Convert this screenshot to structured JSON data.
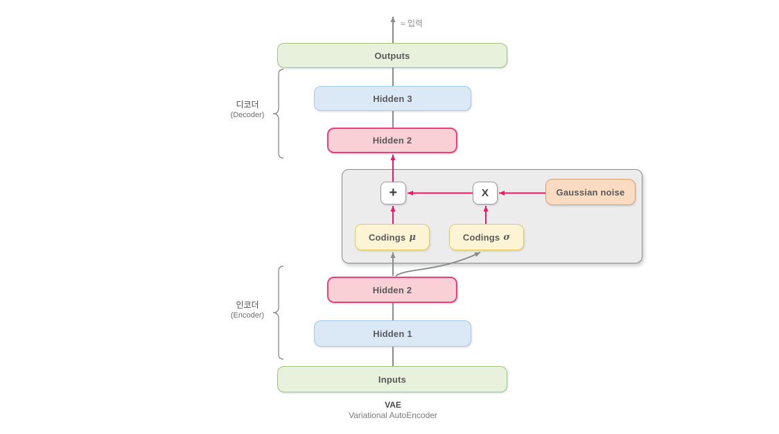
{
  "diagram": {
    "approx_input": "≈ 입력",
    "decoder": {
      "korean": "디코더",
      "english": "(Decoder)"
    },
    "encoder": {
      "korean": "인코더",
      "english": "(Encoder)"
    },
    "boxes": {
      "outputs": "Outputs",
      "hidden3": "Hidden 3",
      "hidden2_decoder": "Hidden 2",
      "plus": "+",
      "multiply": "X",
      "gaussian": "Gaussian noise",
      "codings_mu_prefix": "Codings",
      "codings_mu_symbol": "μ",
      "codings_sigma_prefix": "Codings",
      "codings_sigma_symbol": "σ",
      "hidden2_encoder": "Hidden 2",
      "hidden1": "Hidden 1",
      "inputs": "Inputs"
    },
    "caption": {
      "title": "VAE",
      "subtitle": "Variational AutoEncoder"
    },
    "colors": {
      "green_fill": "#e8f1dc",
      "green_border": "#9fc47e",
      "blue_fill": "#dbe9f6",
      "blue_border": "#a7c7e7",
      "pink_fill": "#f9d0d6",
      "pink_border": "#ee3d7a",
      "yellow_fill": "#fdf4d5",
      "yellow_border": "#eecb58",
      "peach_fill": "#fbdcc3",
      "peach_border": "#df9e6c",
      "container_fill": "#ececec",
      "container_border": "#8c8c8c",
      "arrow_pink": "#ec1768",
      "line_gray": "#8a8a8a"
    }
  }
}
